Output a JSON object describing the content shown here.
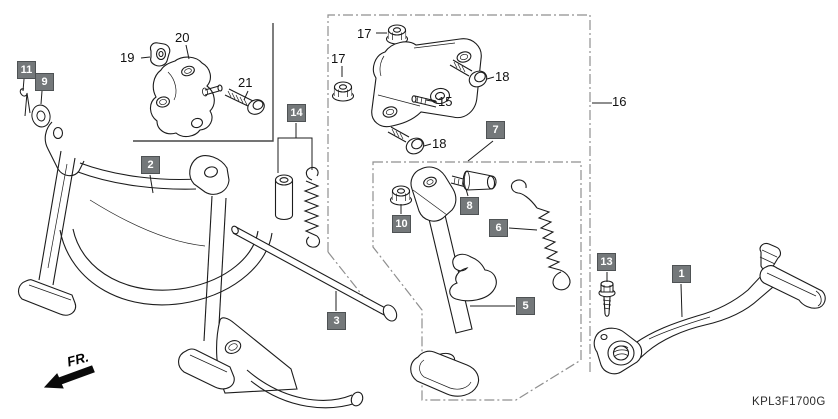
{
  "diagram": {
    "code": "KPL3F1700G",
    "front_marker": "FR.",
    "callouts": {
      "boxed": {
        "b1": "1",
        "b2": "2",
        "b3": "3",
        "b5": "5",
        "b6": "6",
        "b7": "7",
        "b8": "8",
        "b9": "9",
        "b10": "10",
        "b11": "11",
        "b13": "13",
        "b14": "14"
      },
      "plain": {
        "p15": "15",
        "p16": "16",
        "p17a": "17",
        "p17b": "17",
        "p18a": "18",
        "p18b": "18",
        "p19": "19",
        "p20": "20",
        "p21": "21"
      }
    },
    "colors": {
      "background": "#ffffff",
      "callout_box_bg": "#74787a",
      "callout_box_border": "#4e5254",
      "callout_box_text": "#ffffff",
      "line_art": "#1c1c1c",
      "reference_box_line": "#8f8f8f"
    }
  }
}
